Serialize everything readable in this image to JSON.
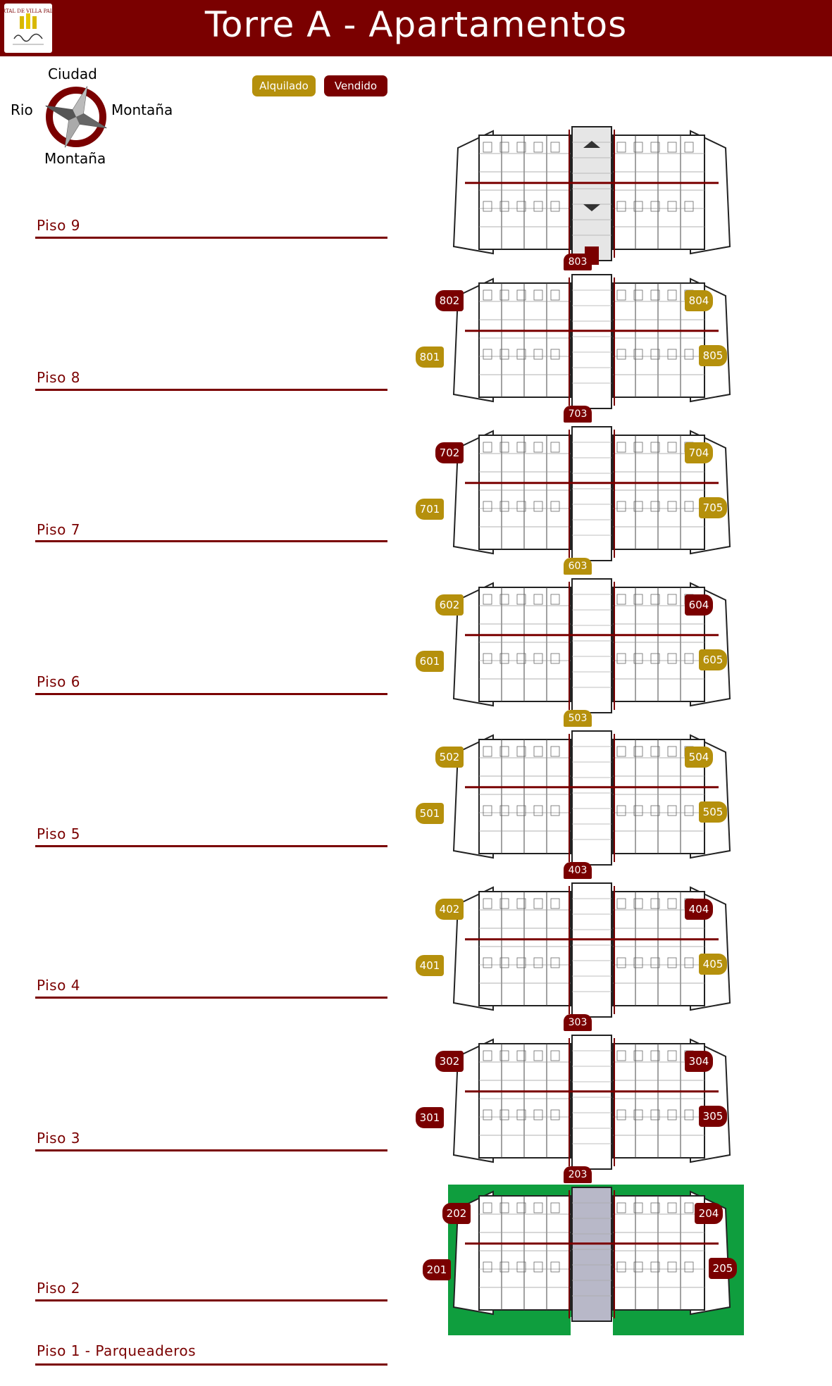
{
  "header": {
    "title": "Torre A - Apartamentos",
    "logo_text": "PORTAL DE VILLA PALMA"
  },
  "compass": {
    "north": "Ciudad",
    "west": "Rio",
    "east": "Montaña",
    "south": "Montaña"
  },
  "legend": {
    "rented": "Alquilado",
    "sold": "Vendido"
  },
  "colors": {
    "brand": "#7a0000",
    "rented": "#b5900c",
    "sold": "#7a0000",
    "garden": "#0f9e3e"
  },
  "floors": [
    {
      "label": "Piso 9",
      "units": []
    },
    {
      "label": "Piso 8",
      "units": [
        {
          "num": "801",
          "status": "alquilado"
        },
        {
          "num": "802",
          "status": "vendido"
        },
        {
          "num": "803",
          "status": "vendido"
        },
        {
          "num": "804",
          "status": "alquilado"
        },
        {
          "num": "805",
          "status": "alquilado"
        }
      ]
    },
    {
      "label": "Piso 7",
      "units": [
        {
          "num": "701",
          "status": "alquilado"
        },
        {
          "num": "702",
          "status": "vendido"
        },
        {
          "num": "703",
          "status": "vendido"
        },
        {
          "num": "704",
          "status": "alquilado"
        },
        {
          "num": "705",
          "status": "alquilado"
        }
      ]
    },
    {
      "label": "Piso 6",
      "units": [
        {
          "num": "601",
          "status": "alquilado"
        },
        {
          "num": "602",
          "status": "alquilado"
        },
        {
          "num": "603",
          "status": "alquilado"
        },
        {
          "num": "604",
          "status": "vendido"
        },
        {
          "num": "605",
          "status": "alquilado"
        }
      ]
    },
    {
      "label": "Piso 5",
      "units": [
        {
          "num": "501",
          "status": "alquilado"
        },
        {
          "num": "502",
          "status": "alquilado"
        },
        {
          "num": "503",
          "status": "alquilado"
        },
        {
          "num": "504",
          "status": "alquilado"
        },
        {
          "num": "505",
          "status": "alquilado"
        }
      ]
    },
    {
      "label": "Piso 4",
      "units": [
        {
          "num": "401",
          "status": "alquilado"
        },
        {
          "num": "402",
          "status": "alquilado"
        },
        {
          "num": "403",
          "status": "vendido"
        },
        {
          "num": "404",
          "status": "vendido"
        },
        {
          "num": "405",
          "status": "alquilado"
        }
      ]
    },
    {
      "label": "Piso 3",
      "units": [
        {
          "num": "301",
          "status": "vendido"
        },
        {
          "num": "302",
          "status": "vendido"
        },
        {
          "num": "303",
          "status": "vendido"
        },
        {
          "num": "304",
          "status": "vendido"
        },
        {
          "num": "305",
          "status": "vendido"
        }
      ]
    },
    {
      "label": "Piso 2",
      "units": [
        {
          "num": "201",
          "status": "vendido"
        },
        {
          "num": "202",
          "status": "vendido"
        },
        {
          "num": "203",
          "status": "vendido"
        },
        {
          "num": "204",
          "status": "vendido"
        },
        {
          "num": "205",
          "status": "vendido"
        }
      ]
    },
    {
      "label": "Piso 1 - Parqueaderos",
      "units": []
    }
  ]
}
